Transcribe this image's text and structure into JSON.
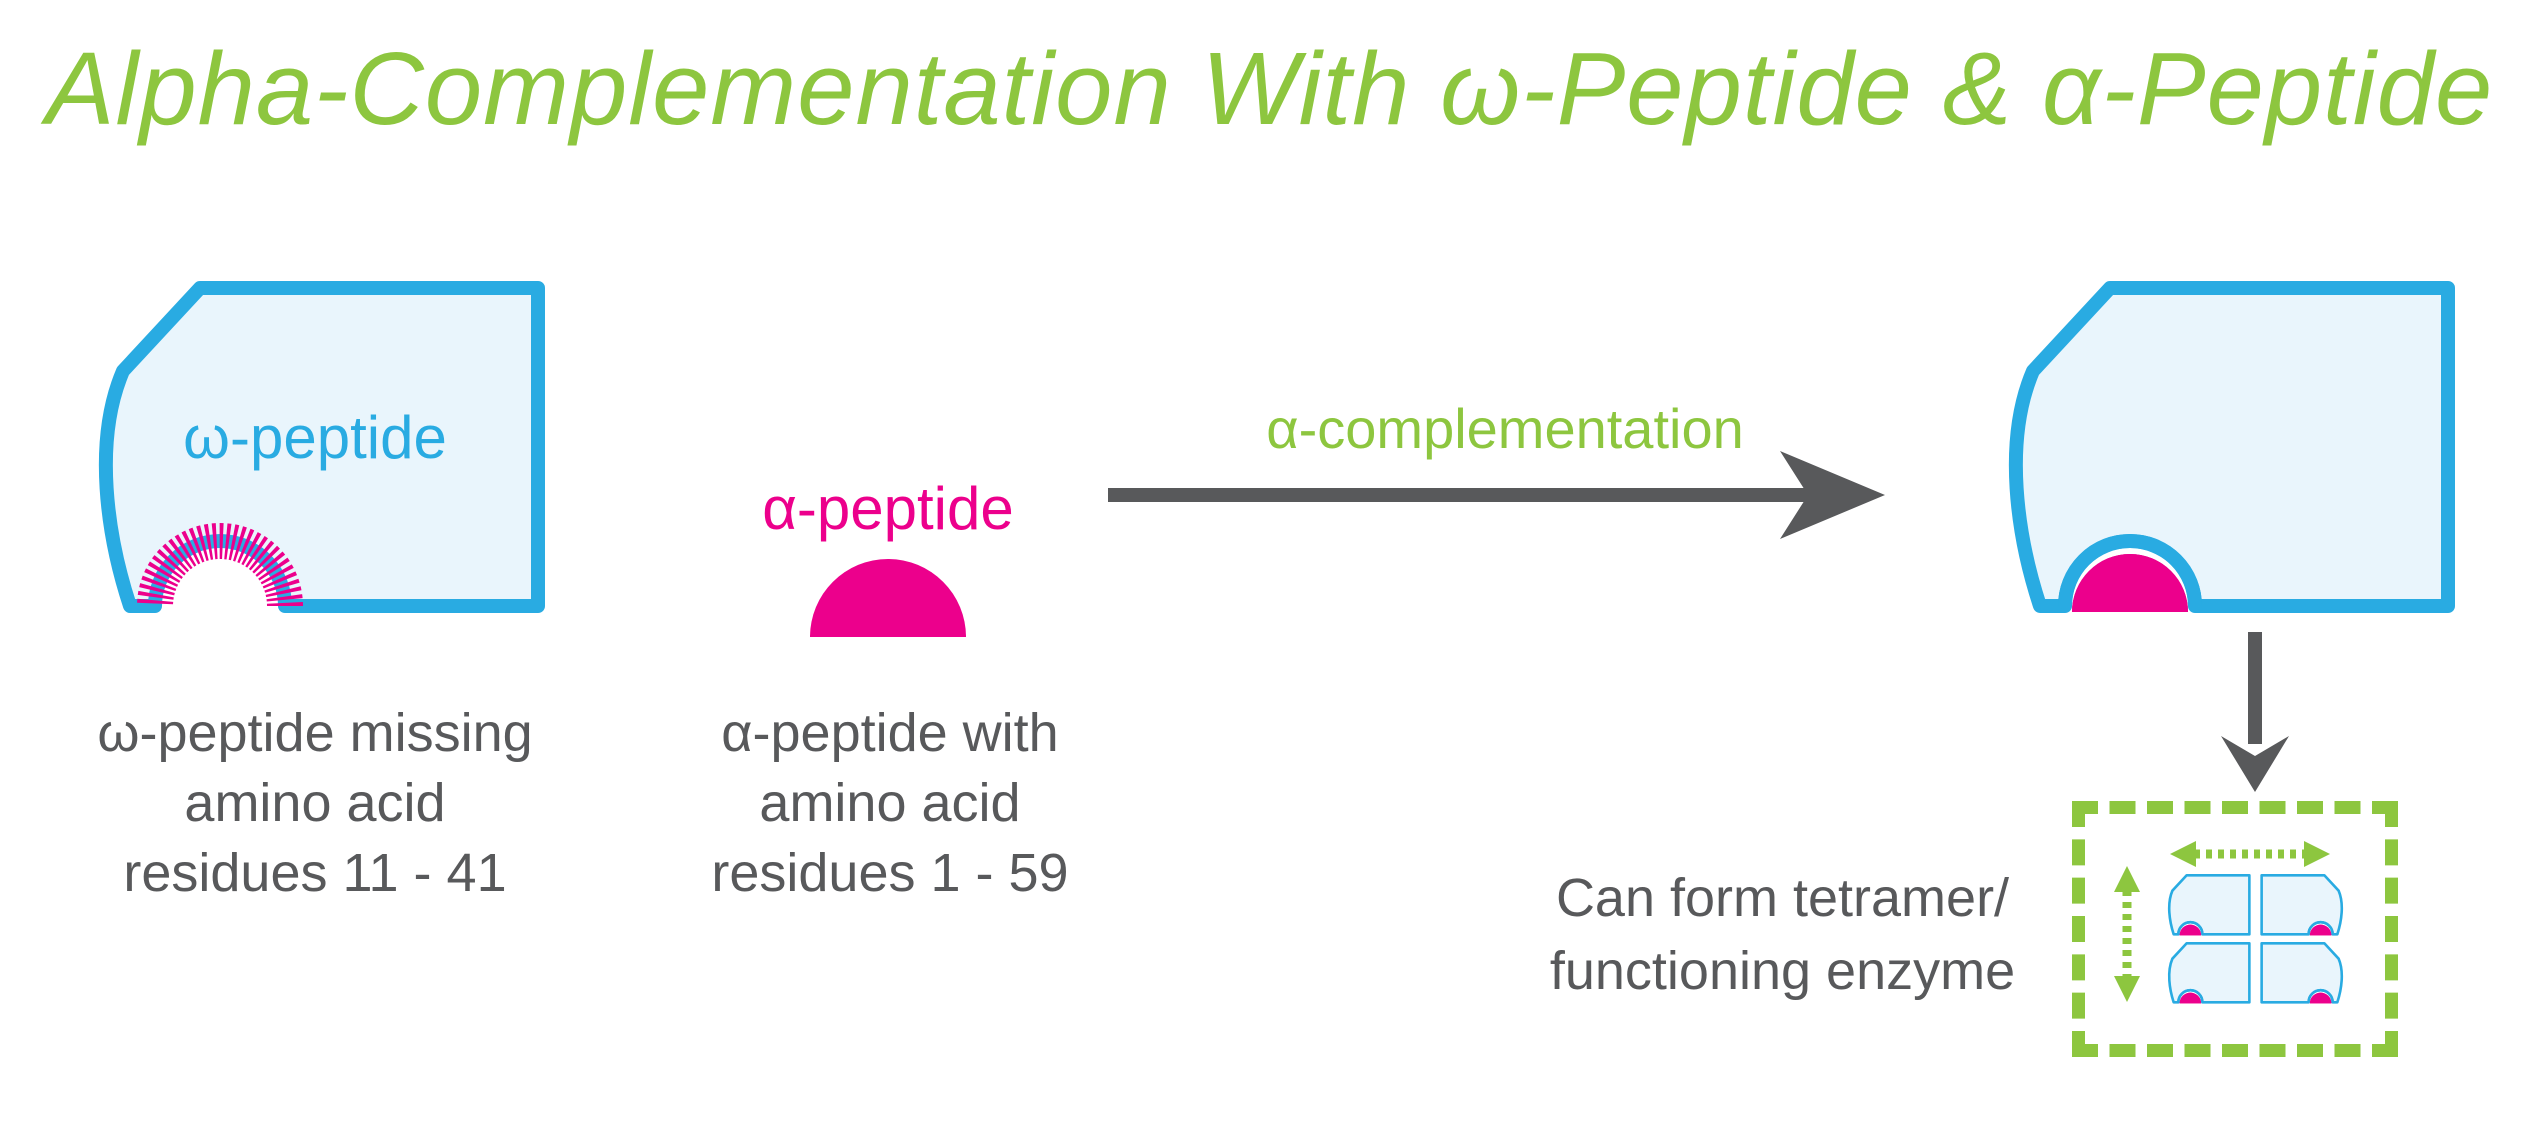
{
  "title": "Alpha-Complementation With ω-Peptide & α-Peptide",
  "colors": {
    "green_accent": "#8DC63F",
    "blue_outline": "#29ABE2",
    "blue_fill": "#E9F5FC",
    "pink": "#EC008C",
    "gray_text": "#58595B",
    "gray_arrow": "#58595B"
  },
  "omega": {
    "label": "ω-peptide",
    "caption_lines": [
      "ω-peptide missing",
      "amino acid",
      "residues 11 - 41"
    ]
  },
  "alpha": {
    "label": "α-peptide",
    "caption_lines": [
      "α-peptide with",
      "amino acid",
      "residues 1 - 59"
    ]
  },
  "reaction": {
    "arrow_label": "α-complementation"
  },
  "tetramer": {
    "caption_lines": [
      "Can form tetramer/",
      "functioning enzyme"
    ],
    "unit_count": 4
  },
  "icons": {
    "right_arrow": "solid gray arrow pointing right",
    "down_arrow": "solid gray arrow pointing down",
    "width_arrow": "green dotted double-headed horizontal arrow",
    "height_arrow": "green dotted double-headed vertical arrow"
  }
}
